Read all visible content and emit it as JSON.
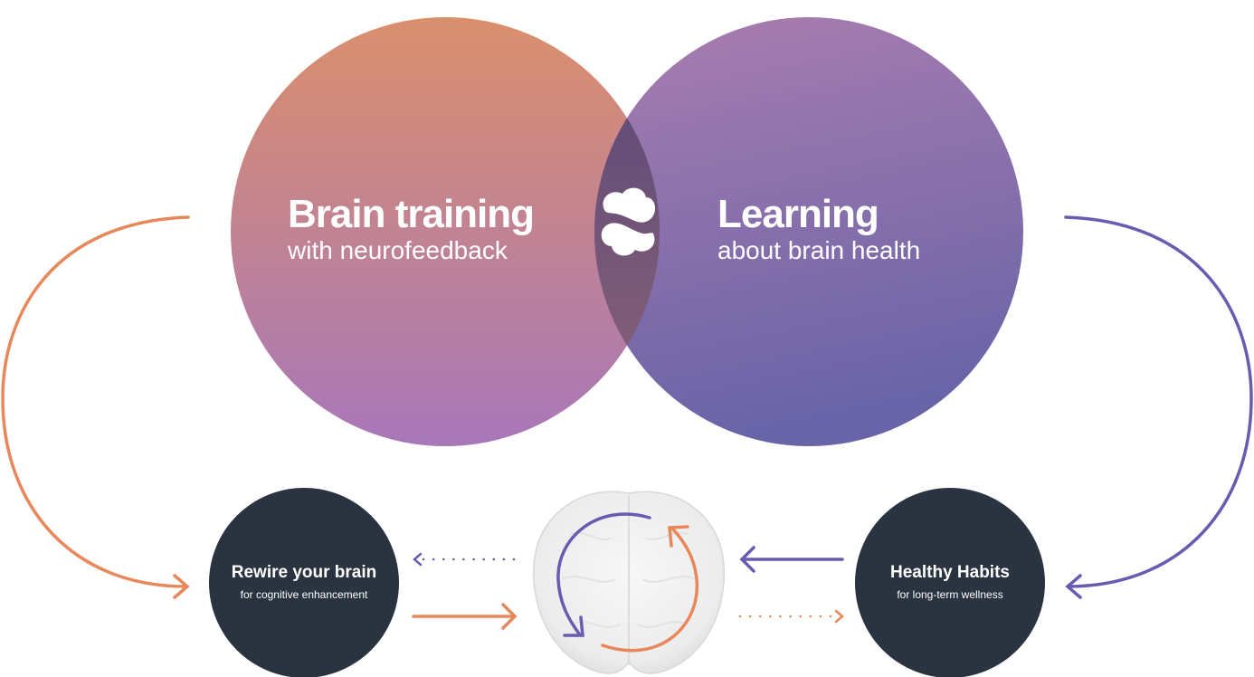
{
  "venn": {
    "left": {
      "title": "Brain training",
      "subtitle": "with neurofeedback"
    },
    "right": {
      "title": "Learning",
      "subtitle": "about brain health"
    },
    "center_icon": "cloud-wave-logo-icon"
  },
  "nodes": {
    "left": {
      "title": "Rewire your brain",
      "subtitle": "for cognitive enhancement"
    },
    "right": {
      "title": "Healthy Habits",
      "subtitle": "for long-term wellness"
    },
    "center_icon": "brain-icon"
  },
  "colors": {
    "orange": "#E8875A",
    "purple": "#6A5BB0",
    "node_bg": "#2A3340"
  }
}
